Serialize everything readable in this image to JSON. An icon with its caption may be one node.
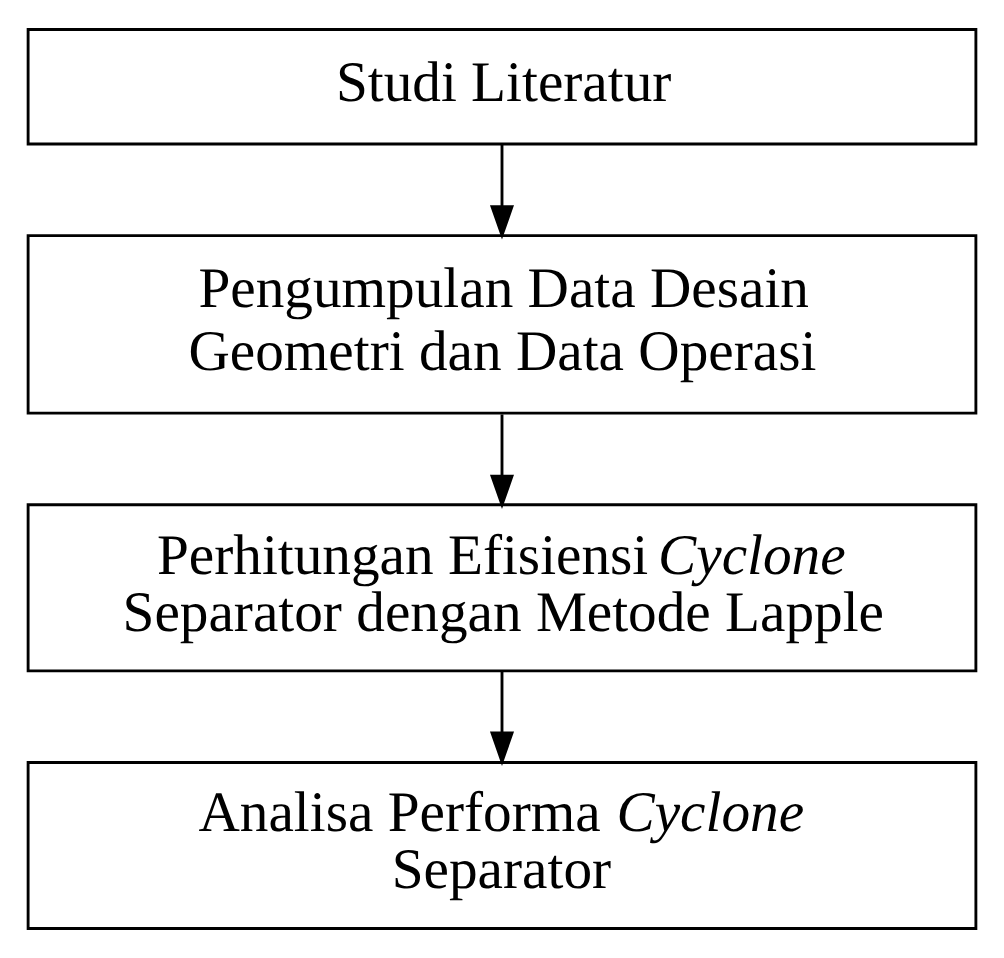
{
  "diagram": {
    "nodes": [
      {
        "text": [
          "Studi Literatur"
        ]
      },
      {
        "text": [
          "Pengumpulan Data Desain Geometri dan Data Operasi"
        ]
      },
      {
        "text": [
          "Perhitungan Efisiensi *Cyclone* Separator dengan Metode Lapple"
        ]
      },
      {
        "text": [
          "Analisa Performa *Cyclone* Separator"
        ]
      }
    ],
    "edges": [
      {
        "from": 0,
        "to": 1,
        "arrow": "to"
      },
      {
        "from": 1,
        "to": 2,
        "arrow": "to"
      },
      {
        "from": 2,
        "to": 3,
        "arrow": "to"
      }
    ]
  }
}
